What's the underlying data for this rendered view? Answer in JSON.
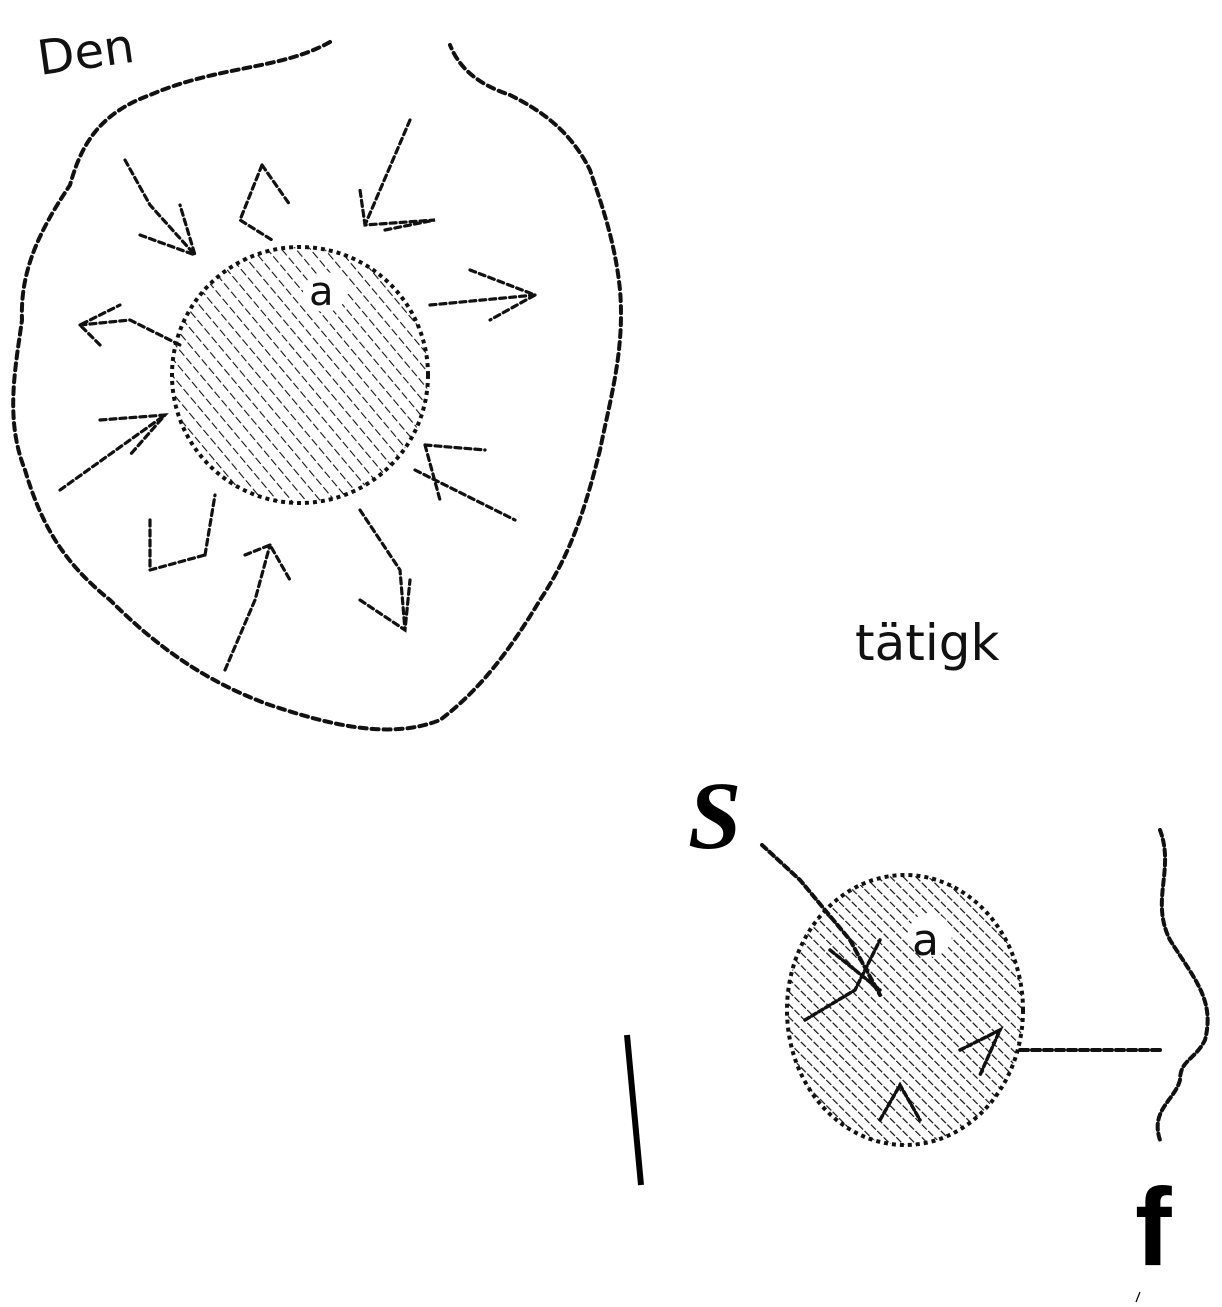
{
  "figure": {
    "label_den": "Den",
    "label_tatigk": "tätigk",
    "label_a_large": "a",
    "label_a_small": "a",
    "label_s": "S",
    "label_f": "f"
  },
  "colors": {
    "ink": "#111111",
    "background": "#ffffff"
  }
}
